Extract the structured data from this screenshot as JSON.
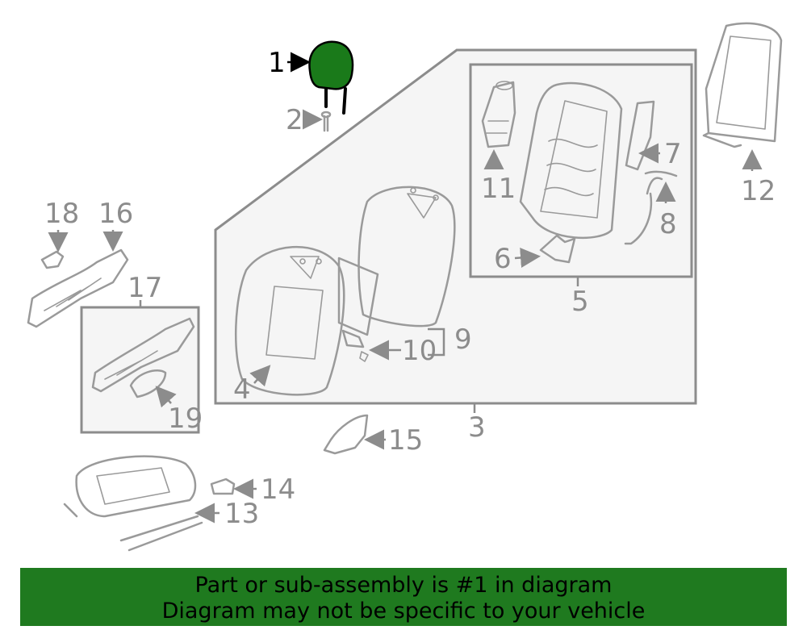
{
  "callouts": {
    "c1": "1",
    "c2": "2",
    "c3": "3",
    "c4": "4",
    "c5": "5",
    "c6": "6",
    "c7": "7",
    "c8": "8",
    "c9": "9",
    "c10": "10",
    "c11": "11",
    "c12": "12",
    "c13": "13",
    "c14": "14",
    "c15": "15",
    "c16": "16",
    "c17": "17",
    "c18": "18",
    "c19": "19"
  },
  "highlight_part": "1",
  "colors": {
    "highlight": "#1a7a1a",
    "banner": "#1f7a1f",
    "line": "#9a9a9a"
  },
  "banner": {
    "line1": "Part or sub-assembly is #1 in diagram",
    "line2": "Diagram may not be specific to your vehicle"
  }
}
